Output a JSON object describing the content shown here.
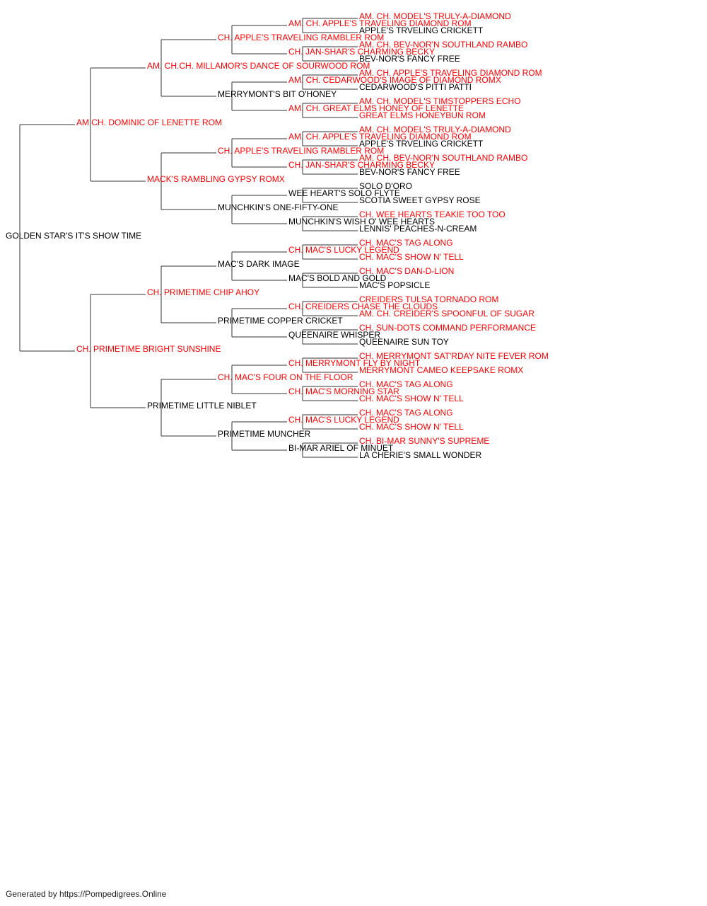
{
  "colors": {
    "champion": "#ff0000",
    "regular": "#000000",
    "line": "#333333"
  },
  "subject": {
    "name": "GOLDEN STAR'S IT'S SHOW TIME",
    "titled": false
  },
  "footer": "Generated by https://Pompedigrees.Online",
  "pedigree": [
    {
      "name": "GOLDEN STAR'S IT'S SHOW TIME",
      "titled": false
    },
    {
      "name": "AM CH. DOMINIC OF LENETTE ROM",
      "titled": true
    },
    {
      "name": "CH. PRIMETIME BRIGHT SUNSHINE",
      "titled": true
    },
    {
      "name": "AM. CH.CH. MILLAMOR'S DANCE OF SOURWOOD ROM",
      "titled": true
    },
    {
      "name": "MACK'S RAMBLING GYPSY ROMX",
      "titled": true
    },
    {
      "name": "CH. PRIMETIME CHIP AHOY",
      "titled": true
    },
    {
      "name": "PRIMETIME LITTLE NIBLET",
      "titled": false
    },
    {
      "name": "CH. APPLE'S TRAVELING RAMBLER ROM",
      "titled": true
    },
    {
      "name": "MERRYMONT'S BIT O'HONEY",
      "titled": false
    },
    {
      "name": "CH. APPLE'S TRAVELING RAMBLER ROM",
      "titled": true
    },
    {
      "name": "MUNCHKIN'S ONE-FIFTY-ONE",
      "titled": false
    },
    {
      "name": "MAC'S DARK IMAGE",
      "titled": false
    },
    {
      "name": "PRIMETIME COPPER CRICKET",
      "titled": false
    },
    {
      "name": "CH. MAC'S FOUR ON THE FLOOR",
      "titled": true
    },
    {
      "name": "PRIMETIME MUNCHER",
      "titled": false
    },
    {
      "name": "AM. CH. APPLE'S TRAVELING DIAMOND ROM",
      "titled": true
    },
    {
      "name": "CH. JAN-SHAR'S CHARMING BECKY",
      "titled": true
    },
    {
      "name": "AM. CH. CEDARWOOD'S IMAGE OF DIAMOND ROMX",
      "titled": true
    },
    {
      "name": "AM. CH. GREAT ELMS HONEY OF LENETTE",
      "titled": true
    },
    {
      "name": "AM. CH. APPLE'S TRAVELING DIAMOND ROM",
      "titled": true
    },
    {
      "name": "CH. JAN-SHAR'S CHARMING BECKY",
      "titled": true
    },
    {
      "name": "WEE HEART'S SOLO FLYTE",
      "titled": false
    },
    {
      "name": "MUNCHKIN'S WISH O' WEE HEARTS",
      "titled": false
    },
    {
      "name": "CH. MAC'S LUCKY LEGEND",
      "titled": true
    },
    {
      "name": "MAC'S BOLD AND GOLD",
      "titled": false
    },
    {
      "name": "CH. CREIDERS CHASE THE CLOUDS",
      "titled": true
    },
    {
      "name": "QUEENAIRE WHISPER",
      "titled": false
    },
    {
      "name": "CH. MERRYMONT FLY BY NIGHT",
      "titled": true
    },
    {
      "name": "CH. MAC'S MORNING STAR",
      "titled": true
    },
    {
      "name": "CH. MAC'S LUCKY LEGEND",
      "titled": true
    },
    {
      "name": "BI-MAR ARIEL OF MINUET",
      "titled": false
    },
    {
      "name": "AM. CH. MODEL'S TRULY-A-DIAMOND",
      "titled": true
    },
    {
      "name": "APPLE'S TRVELING CRICKETT",
      "titled": false
    },
    {
      "name": "AM. CH. BEV-NOR'N SOUTHLAND RAMBO",
      "titled": true
    },
    {
      "name": "BEV-NOR'S FANCY FREE",
      "titled": false
    },
    {
      "name": "AM. CH. APPLE'S TRAVELING DIAMOND ROM",
      "titled": true
    },
    {
      "name": "CEDARWOOD'S PITTI PATTI",
      "titled": false
    },
    {
      "name": "AM. CH. MODEL'S TIMSTOPPERS ECHO",
      "titled": true
    },
    {
      "name": "GREAT ELMS HONEYBUN ROM",
      "titled": true
    },
    {
      "name": "AM. CH. MODEL'S TRULY-A-DIAMOND",
      "titled": true
    },
    {
      "name": "APPLE'S TRVELING CRICKETT",
      "titled": false
    },
    {
      "name": "AM. CH. BEV-NOR'N SOUTHLAND RAMBO",
      "titled": true
    },
    {
      "name": "BEV-NOR'S FANCY FREE",
      "titled": false
    },
    {
      "name": "SOLO D'ORO",
      "titled": false
    },
    {
      "name": "SCOTIA SWEET GYPSY ROSE",
      "titled": false
    },
    {
      "name": "CH. WEE HEARTS TEAKIE TOO TOO",
      "titled": true
    },
    {
      "name": "LENNIS' PEACHES-N-CREAM",
      "titled": false
    },
    {
      "name": "CH. MAC'S TAG ALONG",
      "titled": true
    },
    {
      "name": "CH. MAC'S SHOW N' TELL",
      "titled": true
    },
    {
      "name": "CH. MAC'S DAN-D-LION",
      "titled": true
    },
    {
      "name": "MAC'S POPSICLE",
      "titled": false
    },
    {
      "name": "CREIDERS TULSA TORNADO ROM",
      "titled": true
    },
    {
      "name": "AM. CH. CREIDER'S SPOONFUL OF SUGAR",
      "titled": true
    },
    {
      "name": "CH. SUN-DOTS COMMAND PERFORMANCE",
      "titled": true
    },
    {
      "name": "QUEENAIRE SUN TOY",
      "titled": false
    },
    {
      "name": "CH. MERRYMONT SAT'RDAY NITE FEVER ROM",
      "titled": true
    },
    {
      "name": "MERRYMONT CAMEO KEEPSAKE ROMX",
      "titled": true
    },
    {
      "name": "CH. MAC'S TAG ALONG",
      "titled": true
    },
    {
      "name": "CH. MAC'S SHOW N' TELL",
      "titled": true
    },
    {
      "name": "CH. MAC'S TAG ALONG",
      "titled": true
    },
    {
      "name": "CH. MAC'S SHOW N' TELL",
      "titled": true
    },
    {
      "name": "CH. BI-MAR SUNNY'S SUPREME",
      "titled": true
    },
    {
      "name": "LA CHERIE'S SMALL WONDER",
      "titled": false
    }
  ]
}
